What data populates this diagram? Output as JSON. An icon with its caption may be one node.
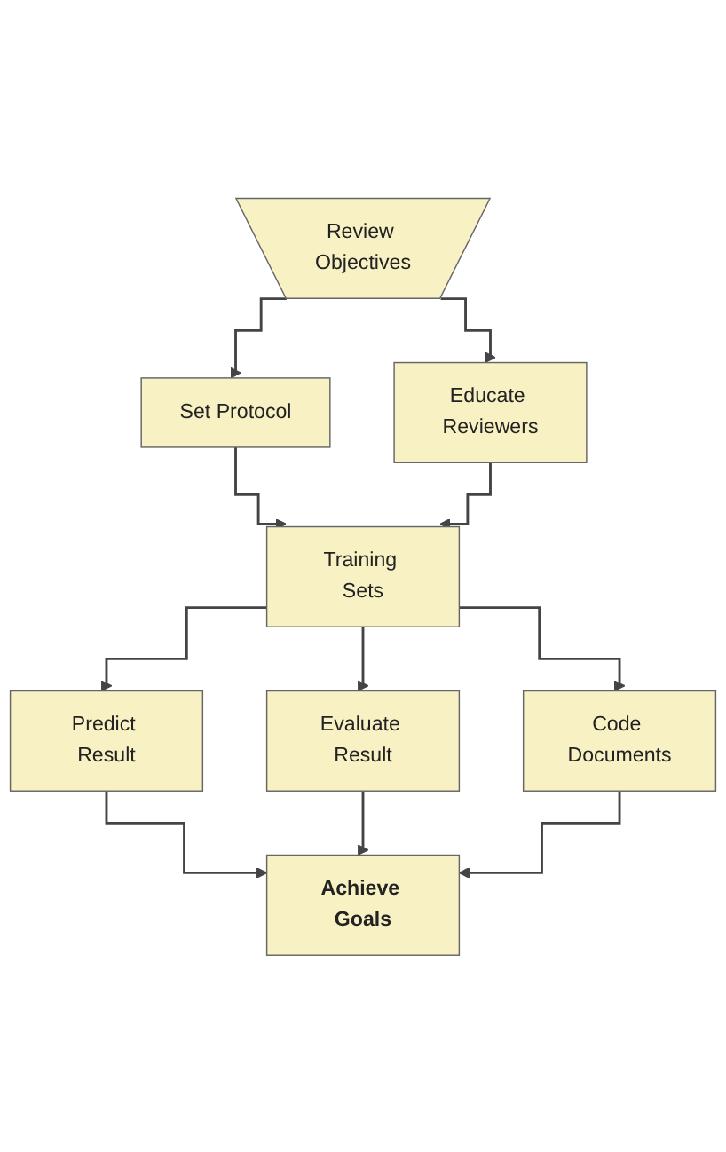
{
  "diagram": {
    "nodes": [
      {
        "text": [
          "Review Objectives"
        ]
      },
      {
        "text": [
          "Set Protocol"
        ]
      },
      {
        "text": [
          "Educate Reviewers"
        ]
      },
      {
        "text": [
          "Training Sets"
        ]
      },
      {
        "text": [
          "Predict Result"
        ]
      },
      {
        "text": [
          "Evaluate Result"
        ]
      },
      {
        "text": [
          "Code Documents"
        ]
      },
      {
        "text": [
          "Achieve Goals"
        ]
      }
    ],
    "edges": [
      {
        "from": 0,
        "to": 1,
        "arrow": "to"
      },
      {
        "from": 0,
        "to": 2,
        "arrow": "to"
      },
      {
        "from": 1,
        "to": 3,
        "arrow": "to"
      },
      {
        "from": 2,
        "to": 3,
        "arrow": "to"
      },
      {
        "from": 3,
        "to": 4,
        "arrow": "to"
      },
      {
        "from": 3,
        "to": 5,
        "arrow": "to"
      },
      {
        "from": 3,
        "to": 6,
        "arrow": "to"
      },
      {
        "from": 4,
        "to": 7,
        "arrow": "to"
      },
      {
        "from": 5,
        "to": 7,
        "arrow": "to"
      },
      {
        "from": 6,
        "to": 7,
        "arrow": "to"
      }
    ]
  }
}
